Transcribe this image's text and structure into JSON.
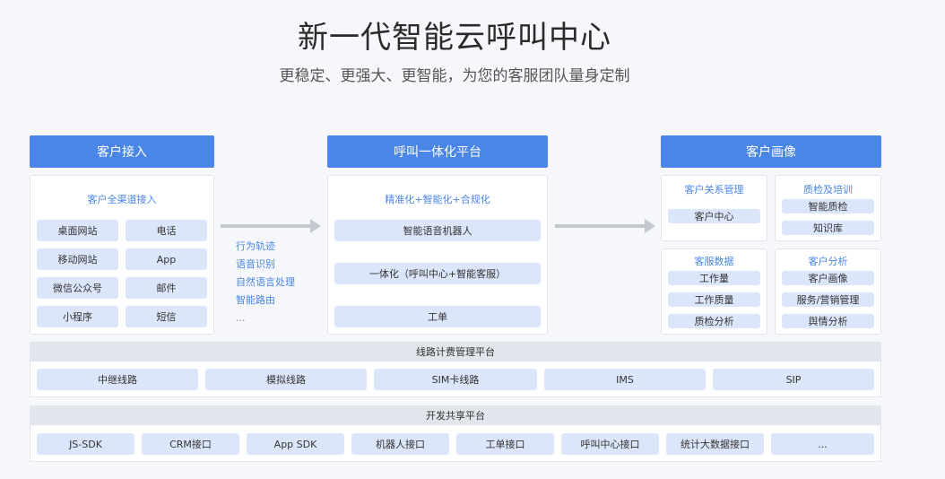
{
  "header": {
    "title": "新一代智能云呼叫中心",
    "subtitle": "更稳定、更强大、更智能，为您的客服团队量身定制"
  },
  "access": {
    "title": "客户接入",
    "label": "客户全渠道接入",
    "channels": [
      "桌面网站",
      "电话",
      "移动网站",
      "App",
      "微信公众号",
      "邮件",
      "小程序",
      "短信"
    ]
  },
  "middle_steps": [
    "行为轨迹",
    "语音识别",
    "自然语言处理",
    "智能路由",
    "..."
  ],
  "platform": {
    "title": "呼叫一体化平台",
    "label": "精准化+智能化+合规化",
    "items": [
      "智能语音机器人",
      "一体化（呼叫中心+智能客服）",
      "工单"
    ]
  },
  "portrait": {
    "title": "客户画像",
    "boxes": [
      {
        "title": "客户关系管理",
        "items": [
          "客户中心"
        ]
      },
      {
        "title": "质检及培训",
        "items": [
          "智能质检",
          "知识库"
        ]
      },
      {
        "title": "客服数据",
        "items": [
          "工作量",
          "工作质量",
          "质检分析"
        ]
      },
      {
        "title": "客户分析",
        "items": [
          "客户画像",
          "服务/营销管理",
          "舆情分析"
        ]
      }
    ]
  },
  "line_platform": {
    "title": "线路计费管理平台",
    "items": [
      "中继线路",
      "模拟线路",
      "SIM卡线路",
      "IMS",
      "SIP"
    ]
  },
  "dev_platform": {
    "title": "开发共享平台",
    "items": [
      "JS-SDK",
      "CRM接口",
      "App SDK",
      "机器人接口",
      "工单接口",
      "呼叫中心接口",
      "统计大数据接口",
      "..."
    ]
  },
  "colors": {
    "accent": "#4a86e8",
    "pill": "#dce6fb",
    "arrow": "#c4c8cf"
  }
}
